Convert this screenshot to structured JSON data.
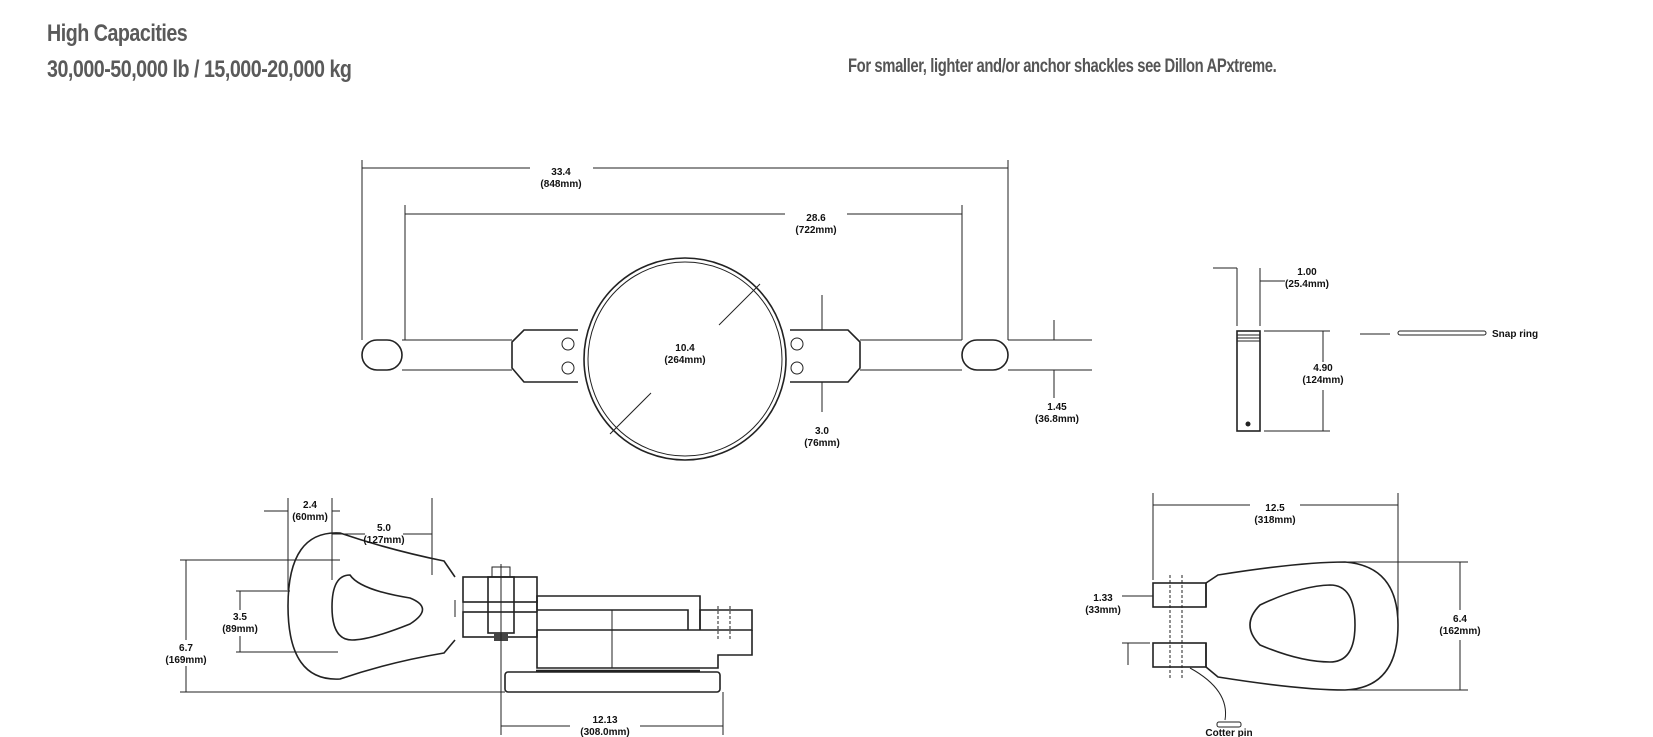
{
  "header": {
    "title": "High Capacities",
    "subtitle": "30,000-50,000 lb / 15,000-20,000 kg",
    "note": "For smaller, lighter and/or anchor shackles see Dillon APxtreme."
  },
  "top_view": {
    "overall_length": {
      "value": "33.4",
      "metric": "(848mm)"
    },
    "pin_centers": {
      "value": "28.6",
      "metric": "(722mm)"
    },
    "ring_diameter": {
      "value": "10.4",
      "metric": "(264mm)"
    },
    "body_width": {
      "value": "3.0",
      "metric": "(76mm)"
    },
    "bar_thickness": {
      "value": "1.45",
      "metric": "(36.8mm)"
    }
  },
  "pin_view": {
    "pin_diameter": {
      "value": "1.00",
      "metric": "(25.4mm)"
    },
    "pin_length": {
      "value": "4.90",
      "metric": "(124mm)"
    },
    "snap_ring_label": "Snap ring"
  },
  "side_view": {
    "eye_width": {
      "value": "2.4",
      "metric": "(60mm)"
    },
    "eye_reach": {
      "value": "5.0",
      "metric": "(127mm)"
    },
    "eye_opening": {
      "value": "3.5",
      "metric": "(89mm)"
    },
    "overall_height": {
      "value": "6.7",
      "metric": "(169mm)"
    },
    "base_length": {
      "value": "12.13",
      "metric": "(308.0mm)"
    }
  },
  "shackle_view": {
    "length": {
      "value": "12.5",
      "metric": "(318mm)"
    },
    "height": {
      "value": "6.4",
      "metric": "(162mm)"
    },
    "jaw_gap": {
      "value": "1.33",
      "metric": "(33mm)"
    },
    "cotter_pin_label": "Cotter pin"
  }
}
